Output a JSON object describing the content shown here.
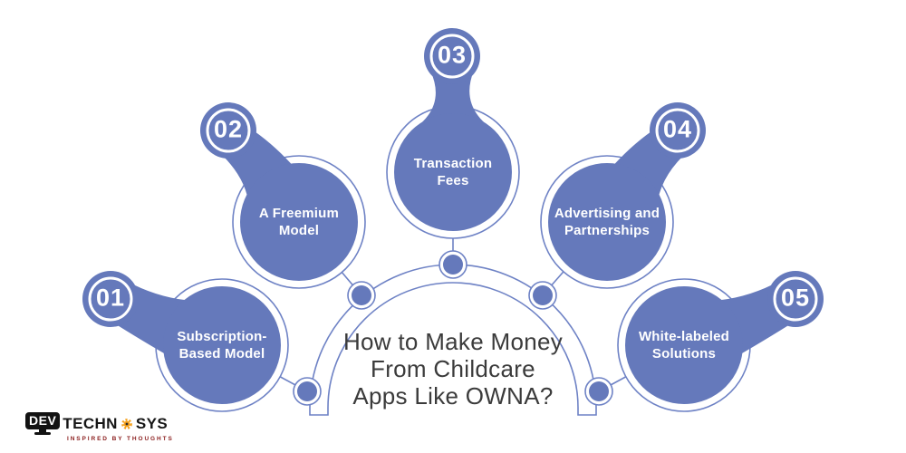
{
  "title": "How to Make Money\nFrom Childcare\nApps Like OWNA?",
  "steps": [
    {
      "number": "01",
      "label": "Subscription-\nBased Model"
    },
    {
      "number": "02",
      "label": "A Freemium\nModel"
    },
    {
      "number": "03",
      "label": "Transaction\nFees"
    },
    {
      "number": "04",
      "label": "Advertising and\nPartnerships"
    },
    {
      "number": "05",
      "label": "White-labeled\nSolutions"
    }
  ],
  "logo": {
    "device_text": "DEV",
    "brand_left": "TECHN",
    "brand_right": "SYS",
    "tagline": "INSPIRED BY THOUGHTS"
  },
  "colors": {
    "primary": "#6579BB",
    "outline": "#6E82C5",
    "title_text": "#3B3B3B",
    "logo_black": "#121212",
    "logo_orange": "#F6A21E",
    "tagline_red": "#8B1E1E"
  }
}
